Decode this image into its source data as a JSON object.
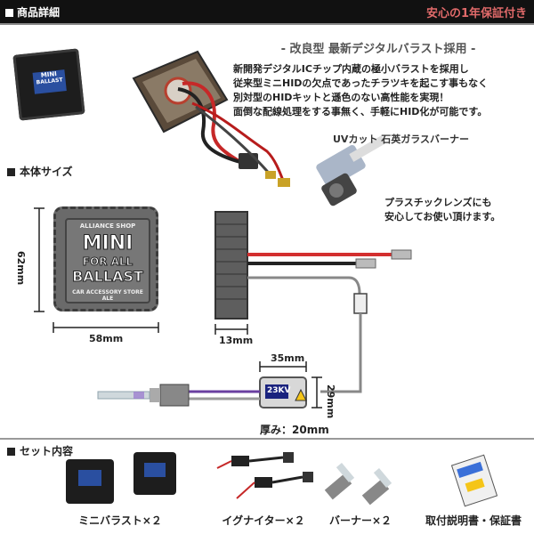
{
  "header": {
    "left": "商品詳細",
    "right": "安心の1年保証付き"
  },
  "feature": {
    "title": "- 改良型 最新デジタルバラスト採用 -",
    "lines": [
      "新開発デジタルICチップ内蔵の極小バラストを採用し",
      "従来型ミニHIDの欠点であったチラツキを起こす事もなく",
      "別対型のHIDキットと遜色のない高性能を実現！",
      "面倒な配線処理をする事無く、手軽にHID化が可能です。"
    ]
  },
  "burner": {
    "label": "UVカット 石英ガラスバーナー",
    "note_lines": [
      "プラスチックレンズにも",
      "安心してお使い頂けます。"
    ]
  },
  "thumb_ballast": {
    "brand": "MINI",
    "text": "BALLAST"
  },
  "size_section": {
    "title": "本体サイズ",
    "ballast": {
      "top": "ALLIANCE SHOP",
      "l1": "MINI",
      "l2": "FOR ALL",
      "l3": "BALLAST",
      "bottom": "CAR ACCESSORY STORE ALE"
    },
    "height": "62mm",
    "width": "58mm",
    "depth": "13mm",
    "igniter_width": "35mm",
    "igniter_height": "29mm",
    "igniter_label": "23KV",
    "igniter_thickness": "厚み：20mm"
  },
  "set_section": {
    "title": "セット内容",
    "items": [
      {
        "label": "ミニバラスト×２"
      },
      {
        "label": "イグナイター×２"
      },
      {
        "label": "バーナー×２"
      },
      {
        "label": "取付説明書・保証書"
      }
    ]
  },
  "colors": {
    "header_bg": "#111111",
    "accent_red": "#e06a6a",
    "igniter_blue": "#1a237e",
    "wire_red": "#d32f2f"
  }
}
